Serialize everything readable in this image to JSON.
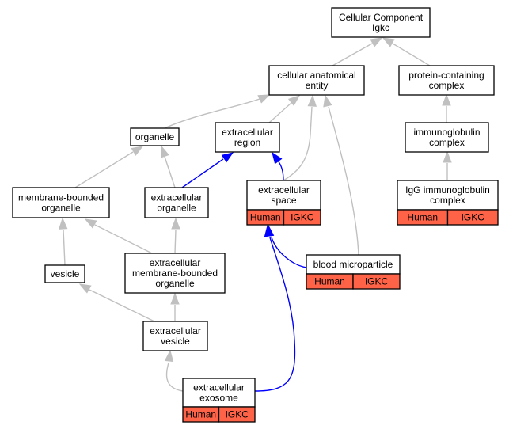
{
  "nodes": {
    "cellular_component": {
      "lines": [
        "Cellular Component",
        "Igkc"
      ]
    },
    "cellular_anatomical_entity": {
      "lines": [
        "cellular anatomical",
        "entity"
      ]
    },
    "protein_containing_complex": {
      "lines": [
        "protein-containing",
        "complex"
      ]
    },
    "organelle": {
      "lines": [
        "organelle"
      ]
    },
    "extracellular_region": {
      "lines": [
        "extracellular",
        "region"
      ]
    },
    "immunoglobulin_complex": {
      "lines": [
        "immunoglobulin",
        "complex"
      ]
    },
    "membrane_bounded_organelle": {
      "lines": [
        "membrane-bounded",
        "organelle"
      ]
    },
    "extracellular_organelle": {
      "lines": [
        "extracellular",
        "organelle"
      ]
    },
    "extracellular_space": {
      "lines": [
        "extracellular",
        "space"
      ],
      "annotation": [
        "Human",
        "IGKC"
      ]
    },
    "igg_immunoglobulin_complex": {
      "lines": [
        "IgG immunoglobulin",
        "complex"
      ],
      "annotation": [
        "Human",
        "IGKC"
      ]
    },
    "blood_microparticle": {
      "lines": [
        "blood microparticle"
      ],
      "annotation": [
        "Human",
        "IGKC"
      ]
    },
    "vesicle": {
      "lines": [
        "vesicle"
      ]
    },
    "extracellular_membrane_bounded_organelle": {
      "lines": [
        "extracellular",
        "membrane-bounded",
        "organelle"
      ]
    },
    "extracellular_vesicle": {
      "lines": [
        "extracellular",
        "vesicle"
      ]
    },
    "extracellular_exosome": {
      "lines": [
        "extracellular",
        "exosome"
      ],
      "annotation": [
        "Human",
        "IGKC"
      ]
    }
  },
  "colors": {
    "annotation_fill": "#ff6347",
    "is_a_edge": "#c0c0c0",
    "part_of_edge": "#0000ff"
  },
  "edges": [
    {
      "from": "cellular_anatomical_entity",
      "to": "cellular_component",
      "type": "is_a"
    },
    {
      "from": "protein_containing_complex",
      "to": "cellular_component",
      "type": "is_a"
    },
    {
      "from": "organelle",
      "to": "cellular_anatomical_entity",
      "type": "is_a"
    },
    {
      "from": "extracellular_region",
      "to": "cellular_anatomical_entity",
      "type": "is_a"
    },
    {
      "from": "extracellular_space",
      "to": "cellular_anatomical_entity",
      "type": "is_a"
    },
    {
      "from": "blood_microparticle",
      "to": "cellular_anatomical_entity",
      "type": "is_a"
    },
    {
      "from": "immunoglobulin_complex",
      "to": "protein_containing_complex",
      "type": "is_a"
    },
    {
      "from": "igg_immunoglobulin_complex",
      "to": "immunoglobulin_complex",
      "type": "is_a"
    },
    {
      "from": "membrane_bounded_organelle",
      "to": "organelle",
      "type": "is_a"
    },
    {
      "from": "extracellular_organelle",
      "to": "organelle",
      "type": "is_a"
    },
    {
      "from": "extracellular_organelle",
      "to": "extracellular_region",
      "type": "part_of"
    },
    {
      "from": "extracellular_space",
      "to": "extracellular_region",
      "type": "part_of"
    },
    {
      "from": "vesicle",
      "to": "membrane_bounded_organelle",
      "type": "is_a"
    },
    {
      "from": "extracellular_membrane_bounded_organelle",
      "to": "membrane_bounded_organelle",
      "type": "is_a"
    },
    {
      "from": "extracellular_membrane_bounded_organelle",
      "to": "extracellular_organelle",
      "type": "is_a"
    },
    {
      "from": "blood_microparticle",
      "to": "extracellular_space",
      "type": "part_of"
    },
    {
      "from": "extracellular_vesicle",
      "to": "vesicle",
      "type": "is_a"
    },
    {
      "from": "extracellular_vesicle",
      "to": "extracellular_membrane_bounded_organelle",
      "type": "is_a"
    },
    {
      "from": "extracellular_exosome",
      "to": "extracellular_vesicle",
      "type": "is_a"
    },
    {
      "from": "extracellular_exosome",
      "to": "extracellular_space",
      "type": "part_of"
    }
  ]
}
